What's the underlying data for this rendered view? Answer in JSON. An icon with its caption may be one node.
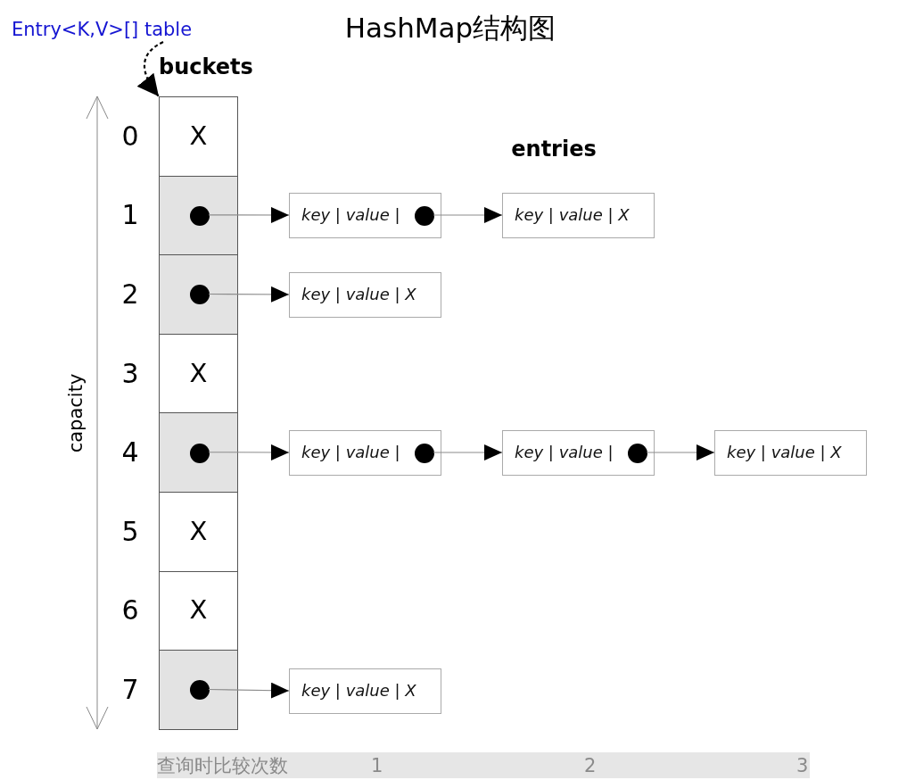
{
  "diagram": {
    "title": "HashMap结构图",
    "nodes": [
      {
        "text": [
          "Entry<K,V>[] table"
        ]
      },
      {
        "text": [
          "buckets"
        ]
      },
      {
        "text": [
          "X"
        ],
        "in": 1,
        "beside": [
          "0"
        ]
      },
      {
        "text": [],
        "shape": "box",
        "in": 1,
        "beside": [
          "1"
        ]
      },
      {
        "text": [],
        "shape": "circle",
        "in": 3
      },
      {
        "text": [],
        "shape": "box",
        "in": 1,
        "beside": [
          "2"
        ]
      },
      {
        "text": [],
        "shape": "circle",
        "in": 5
      },
      {
        "text": [
          "X"
        ],
        "in": 1,
        "beside": [
          "3"
        ]
      },
      {
        "text": [],
        "shape": "box",
        "in": 1,
        "beside": [
          "4"
        ]
      },
      {
        "text": [],
        "shape": "circle",
        "in": 8
      },
      {
        "text": [
          "X"
        ],
        "in": 1,
        "beside": [
          "5"
        ]
      },
      {
        "text": [
          "X"
        ],
        "in": 1,
        "beside": [
          "6"
        ]
      },
      {
        "text": [],
        "shape": "box",
        "in": 1,
        "beside": [
          "7"
        ]
      },
      {
        "text": [],
        "shape": "circle",
        "in": 12
      },
      {
        "text": [
          "key | value |"
        ]
      },
      {
        "text": [],
        "shape": "circle",
        "in": 14
      },
      {
        "text": [
          "key | value | X"
        ]
      },
      {
        "text": [
          "key | value | X"
        ]
      },
      {
        "text": [
          "key | value |"
        ]
      },
      {
        "text": [],
        "shape": "circle",
        "in": 18
      },
      {
        "text": [
          "key | value |"
        ]
      },
      {
        "text": [],
        "shape": "circle",
        "in": 20
      },
      {
        "text": [
          "key | value | X"
        ]
      },
      {
        "text": [
          "key | value | X"
        ]
      },
      {
        "text": [
          "查询时比较次数",
          "1",
          "2",
          "3"
        ]
      }
    ],
    "edges": [
      {
        "from": 0,
        "to": 1,
        "arrow": "to",
        "style": "dashed",
        "color": "#000000"
      },
      {
        "from": 4,
        "to": 14,
        "arrow": "to"
      },
      {
        "from": 15,
        "to": 16,
        "arrow": "to"
      },
      {
        "from": 6,
        "to": 17,
        "arrow": "to"
      },
      {
        "from": 9,
        "to": 18,
        "arrow": "to"
      },
      {
        "from": 19,
        "to": 20,
        "arrow": "to"
      },
      {
        "from": 21,
        "to": 22,
        "arrow": "to"
      },
      {
        "from": 13,
        "to": 23,
        "arrow": "to"
      }
    ],
    "labels": [
      "entries",
      "capacity"
    ]
  }
}
